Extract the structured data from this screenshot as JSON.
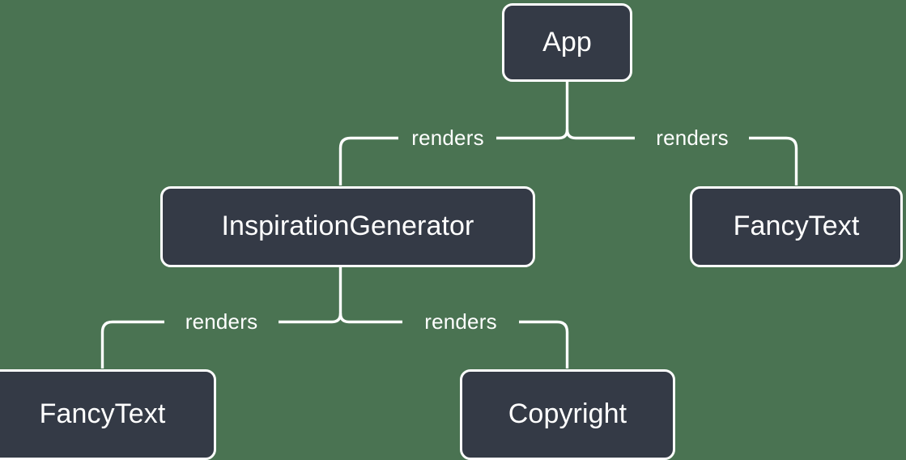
{
  "diagram": {
    "type": "component-render-tree",
    "background_color": "#4a7352",
    "node_fill_color": "#343a46",
    "node_border_color": "#ffffff",
    "text_color": "#ffffff",
    "nodes": [
      {
        "id": "app",
        "label": "App"
      },
      {
        "id": "inspiration",
        "label": "InspirationGenerator"
      },
      {
        "id": "fancytext_right",
        "label": "FancyText"
      },
      {
        "id": "fancytext_bottom",
        "label": "FancyText"
      },
      {
        "id": "copyright",
        "label": "Copyright"
      }
    ],
    "edges": [
      {
        "from": "app",
        "to": "inspiration",
        "label": "renders"
      },
      {
        "from": "app",
        "to": "fancytext_right",
        "label": "renders"
      },
      {
        "from": "inspiration",
        "to": "fancytext_bottom",
        "label": "renders"
      },
      {
        "from": "inspiration",
        "to": "copyright",
        "label": "renders"
      }
    ],
    "edge_labels": {
      "app_left": "renders",
      "app_right": "renders",
      "inspiration_left": "renders",
      "inspiration_right": "renders"
    }
  }
}
